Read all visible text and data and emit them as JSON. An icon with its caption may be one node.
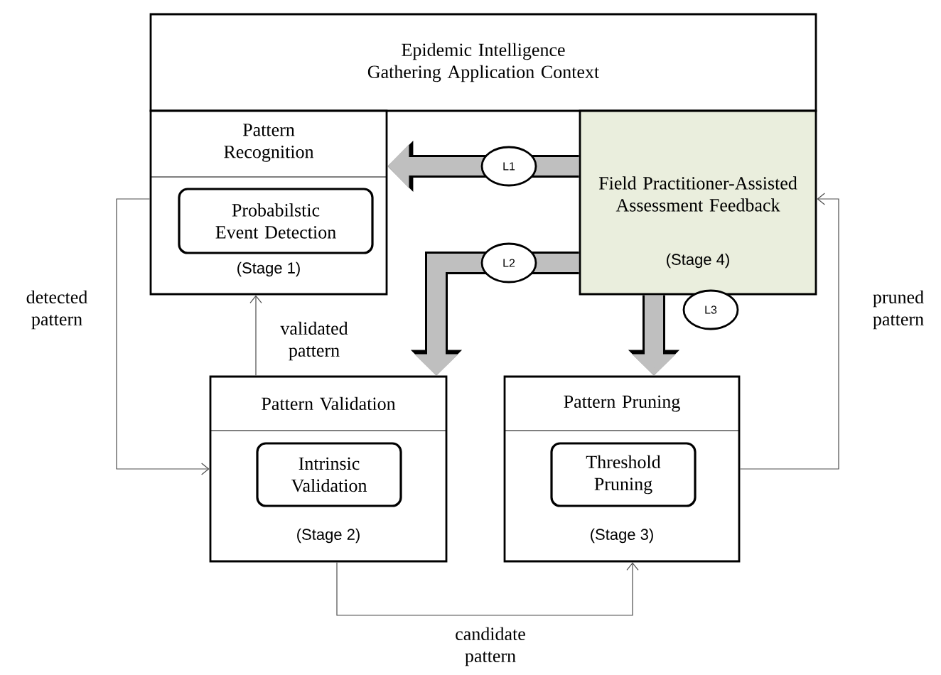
{
  "diagram": {
    "nodes": [
      {
        "text": [
          "Epidemic Intelligence Gathering Application Context"
        ]
      },
      {
        "text": [
          "Pattern Recognition",
          "(Stage 1)"
        ]
      },
      {
        "text": [
          "Probabilstic Event Detection"
        ],
        "in": 1
      },
      {
        "text": [
          "Field Practitioner-Assisted Assessment Feedback",
          "(Stage 4)"
        ]
      },
      {
        "text": [
          "Pattern Validation",
          "(Stage 2)"
        ]
      },
      {
        "text": [
          "Intrinsic Validation"
        ],
        "in": 4
      },
      {
        "text": [
          "Pattern Pruning",
          "(Stage 3)"
        ]
      },
      {
        "text": [
          "Threshold Pruning"
        ],
        "in": 6
      }
    ],
    "edges": [
      {
        "from": 3,
        "to": 1,
        "arrow": "to",
        "label": "L1",
        "style": "thick",
        "color": "#bfbfbf"
      },
      {
        "from": 3,
        "to": 4,
        "arrow": "to",
        "label": "L2",
        "style": "thick",
        "color": "#bfbfbf"
      },
      {
        "from": 3,
        "to": 6,
        "arrow": "to",
        "label": "L3",
        "style": "thick",
        "color": "#bfbfbf"
      },
      {
        "from": 1,
        "to": 4,
        "arrow": "to",
        "label": "detected pattern"
      },
      {
        "from": 4,
        "to": 1,
        "arrow": "to",
        "label": "validated pattern"
      },
      {
        "from": 4,
        "to": 6,
        "arrow": "to",
        "label": "candidate pattern"
      },
      {
        "from": 6,
        "to": 3,
        "arrow": "to",
        "label": "pruned pattern"
      }
    ]
  }
}
